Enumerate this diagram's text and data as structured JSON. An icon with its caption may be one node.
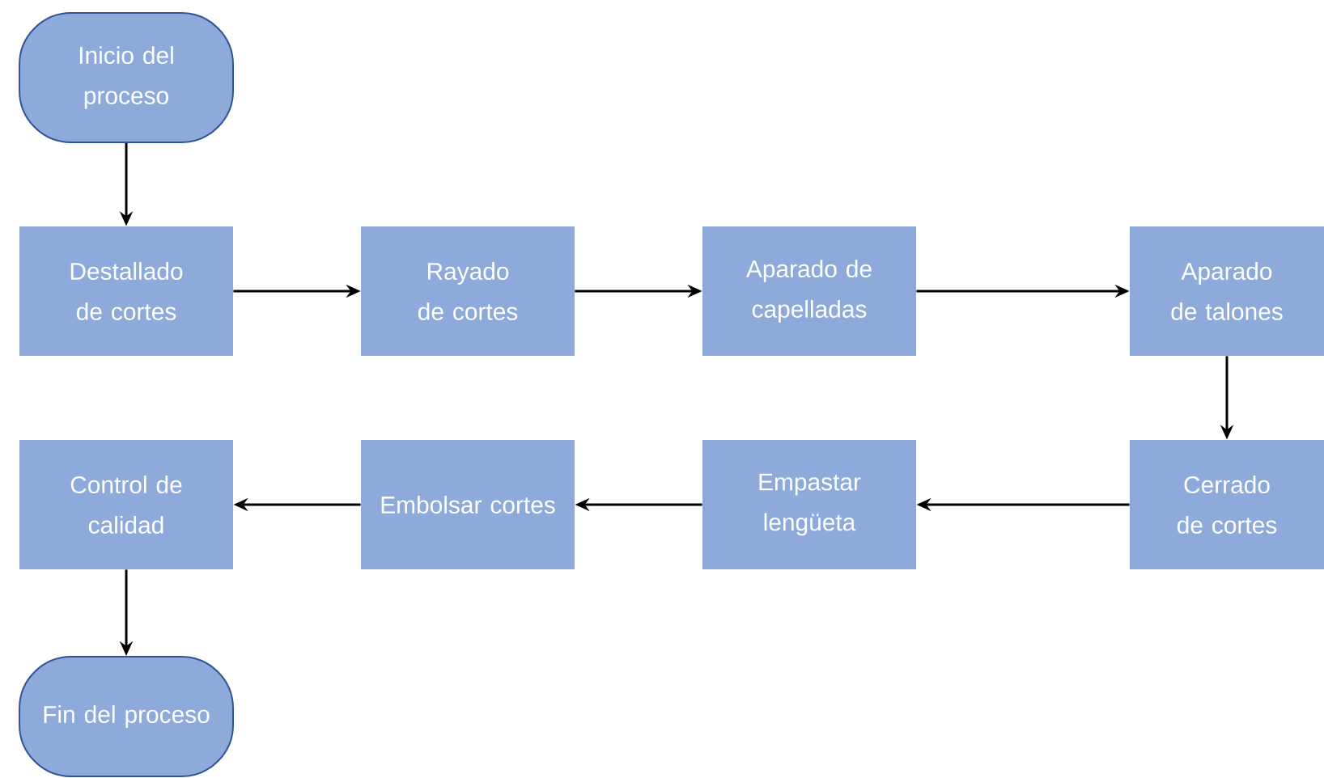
{
  "diagram": {
    "nodes": [
      {
        "text": [
          "Inicio del proceso"
        ]
      },
      {
        "text": [
          "Destallado de cortes"
        ]
      },
      {
        "text": [
          "Rayado de cortes"
        ]
      },
      {
        "text": [
          "Aparado de capelladas"
        ]
      },
      {
        "text": [
          "Aparado de talones"
        ]
      },
      {
        "text": [
          "Cerrado de cortes"
        ]
      },
      {
        "text": [
          "Empastar lengüeta"
        ]
      },
      {
        "text": [
          "Embolsar cortes"
        ]
      },
      {
        "text": [
          "Control de calidad"
        ]
      },
      {
        "text": [
          "Fin del proceso"
        ]
      }
    ],
    "edges": [
      {
        "from": 0,
        "to": 1,
        "arrow": "to"
      },
      {
        "from": 1,
        "to": 2,
        "arrow": "to"
      },
      {
        "from": 2,
        "to": 3,
        "arrow": "to"
      },
      {
        "from": 3,
        "to": 4,
        "arrow": "to"
      },
      {
        "from": 4,
        "to": 5,
        "arrow": "to"
      },
      {
        "from": 5,
        "to": 6,
        "arrow": "to"
      },
      {
        "from": 6,
        "to": 7,
        "arrow": "to"
      },
      {
        "from": 7,
        "to": 8,
        "arrow": "to"
      },
      {
        "from": 8,
        "to": 9,
        "arrow": "to"
      }
    ]
  }
}
